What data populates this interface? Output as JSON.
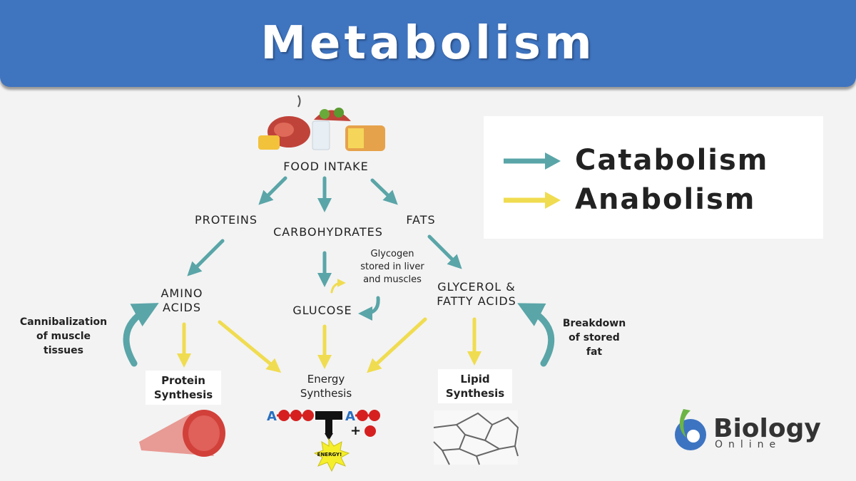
{
  "title": "Metabolism",
  "colors": {
    "header": "#3f74bf",
    "catabolism": "#5aa5a8",
    "anabolism": "#f0dc50",
    "background": "#f3f3f3"
  },
  "legend": [
    {
      "label": "Catabolism",
      "color": "#5aa5a8"
    },
    {
      "label": "Anabolism",
      "color": "#f0dc50"
    }
  ],
  "nodes": {
    "food_intake": "FOOD INTAKE",
    "proteins": "PROTEINS",
    "carbohydrates": "CARBOHYDRATES",
    "fats": "FATS",
    "amino_line1": "AMINO",
    "amino_line2": "ACIDS",
    "glucose": "GLUCOSE",
    "glycerol_line1": "GLYCEROL &",
    "glycerol_line2": "FATTY ACIDS"
  },
  "notes": {
    "glycogen_1": "Glycogen",
    "glycogen_2": "stored in liver",
    "glycogen_3": "and muscles",
    "cannibal_1": "Cannibalization",
    "cannibal_2": "of muscle",
    "cannibal_3": "tissues",
    "breakdown_1": "Breakdown",
    "breakdown_2": "of stored",
    "breakdown_3": "fat"
  },
  "outputs": {
    "protein_1": "Protein",
    "protein_2": "Synthesis",
    "energy_1": "Energy",
    "energy_2": "Synthesis",
    "lipid_1": "Lipid",
    "lipid_2": "Synthesis"
  },
  "atp": {
    "a": "A",
    "plus": "+",
    "energy": "ENERGY!"
  },
  "logo": {
    "name": "Biology",
    "sub": "Online"
  },
  "icons": [
    "food-icon",
    "muscle-fiber-icon",
    "atp-energy-icon",
    "fat-cells-icon",
    "biology-online-logo-icon"
  ]
}
